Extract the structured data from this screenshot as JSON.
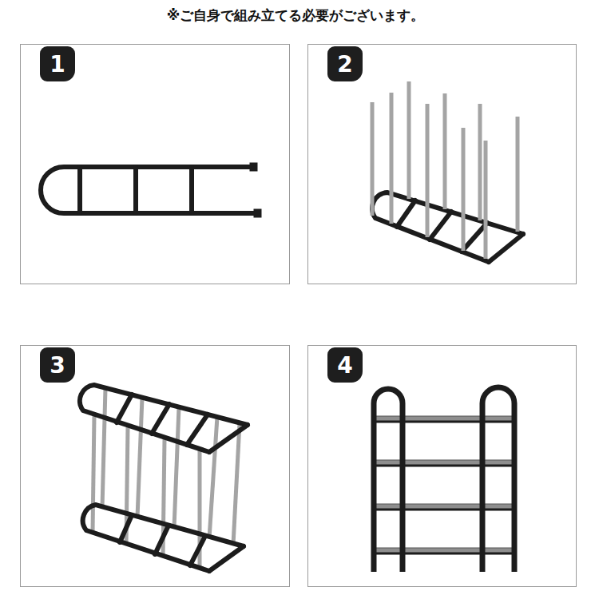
{
  "diagram": {
    "title": "※ご自身で組み立てる必要がございます。",
    "nodes": [
      {
        "text": [
          "1"
        ]
      },
      {
        "text": [
          "2"
        ]
      },
      {
        "text": [
          "3"
        ]
      },
      {
        "text": [
          "4"
        ]
      }
    ]
  }
}
